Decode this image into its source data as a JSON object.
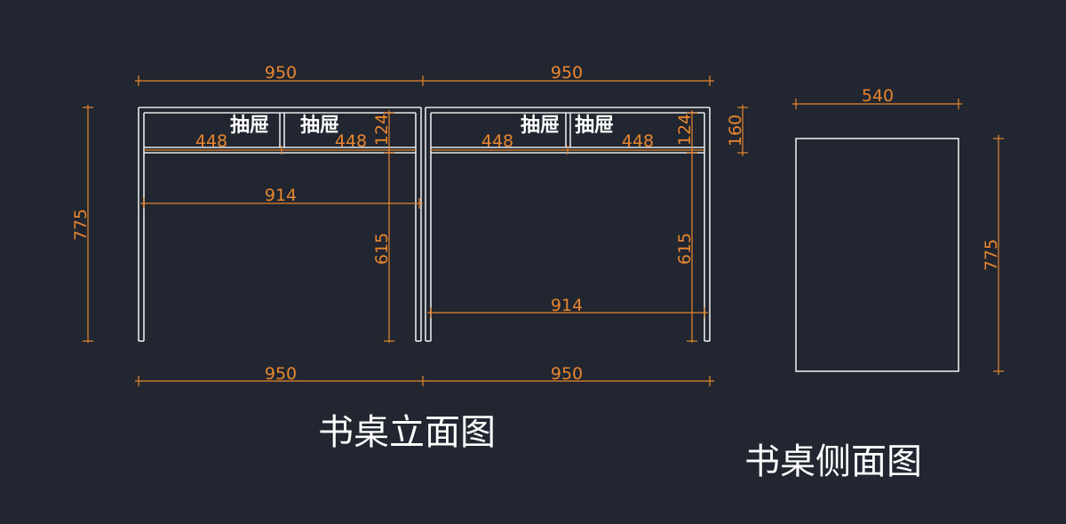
{
  "colors": {
    "background": "#212630",
    "dimension": "#e8862f",
    "geometry": "#e6e6e6",
    "text": "#ffffff"
  },
  "front_view": {
    "title": "书桌立面图",
    "dims": {
      "top_left_width": "950",
      "top_right_width": "950",
      "bottom_left_width": "950",
      "bottom_right_width": "950",
      "overall_height": "775",
      "drawer_height": "160",
      "left_drawer_a_width": "448",
      "left_drawer_b_width": "448",
      "right_drawer_a_width": "448",
      "right_drawer_b_width": "448",
      "left_drawer_rail": "124",
      "right_drawer_rail": "124",
      "left_inner_width": "914",
      "right_inner_width": "914",
      "left_leg_height": "615",
      "right_leg_height": "615"
    },
    "drawer_labels": [
      "抽屉",
      "抽屉",
      "抽屉",
      "抽屉"
    ]
  },
  "side_view": {
    "title": "书桌侧面图",
    "dims": {
      "depth": "540",
      "height": "775"
    }
  }
}
